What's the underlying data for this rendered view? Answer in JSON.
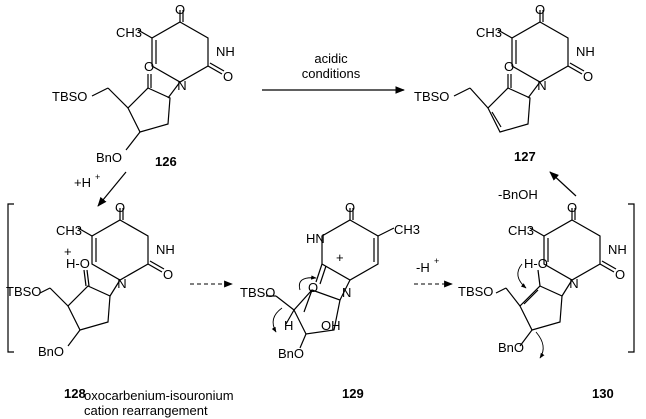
{
  "groups": {
    "tbso": "TBSO",
    "bno": "BnO",
    "ch3": "CH3",
    "o": "O",
    "nh": "NH",
    "n": "N",
    "hn": "HN",
    "h": "H",
    "oh": "OH",
    "ho": "H-O"
  },
  "compounds": {
    "c126": "126",
    "c127": "127",
    "c128": "128",
    "c129": "129",
    "c130": "130"
  },
  "arrows": {
    "top_line1": "acidic",
    "top_line2": "conditions",
    "proton_add": "+H",
    "proton_add_sup": "+",
    "proton_loss": "-H",
    "proton_loss_sup": "+",
    "bnoh_loss": "-BnOH"
  },
  "captions": {
    "line1": "oxocarbenium-isouronium",
    "line2": "cation rearrangement"
  },
  "charges": {
    "plus": "+"
  }
}
